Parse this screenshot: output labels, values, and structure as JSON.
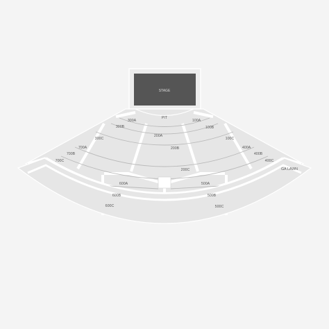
{
  "venue_map": {
    "stage": {
      "label": "STAGE"
    },
    "pit": {
      "label": "PIT"
    },
    "ga_lawn": {
      "label": "GA LAWN"
    },
    "sections": {
      "s100a": "100A",
      "s100b": "100B",
      "s100c": "100C",
      "s200a": "200A",
      "s200b": "200B",
      "s200c": "200C",
      "s300a": "300A",
      "s300b": "300B",
      "s300c": "300C",
      "s400a": "400A",
      "s400b": "400B",
      "s400c": "400C",
      "s500a": "500A",
      "s500b": "500B",
      "s500c": "500C",
      "s600a": "600A",
      "s600b": "600B",
      "s600c": "600C",
      "s700a": "700A",
      "s700b": "700B",
      "s700c": "700C"
    }
  },
  "colors": {
    "background": "#f4f4f4",
    "section_fill": "#e6e6e6",
    "section_line": "#b9b9b9",
    "stage_fill": "#555555",
    "stage_frame": "#ececec",
    "label": "#5a5a5a"
  }
}
